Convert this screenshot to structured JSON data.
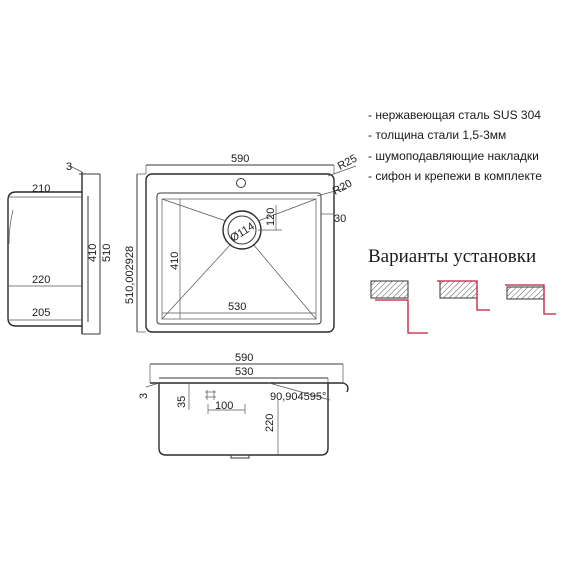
{
  "features": [
    "- нержавеющая сталь SUS 304",
    "- толщина стали 1,5-3мм",
    "- шумоподавляющие накладки",
    "- сифон и крепежи в комплекте"
  ],
  "install_title": "Варианты установки",
  "side_view": {
    "dim_3": "3",
    "dim_210": "210",
    "dim_220": "220",
    "dim_205": "205",
    "dim_410": "410",
    "dim_510": "510"
  },
  "top_view": {
    "dim_590": "590",
    "dim_r25": "R25",
    "dim_r20": "R20",
    "dim_30": "30",
    "dim_120": "120",
    "dim_d114": "Ø114",
    "dim_410": "410",
    "dim_530": "530",
    "dim_510": "510,002928"
  },
  "front_view": {
    "dim_590": "590",
    "dim_530": "530",
    "dim_3": "3",
    "dim_35": "35",
    "dim_100": "100",
    "dim_angle": "90,904595°",
    "dim_220": "220"
  }
}
